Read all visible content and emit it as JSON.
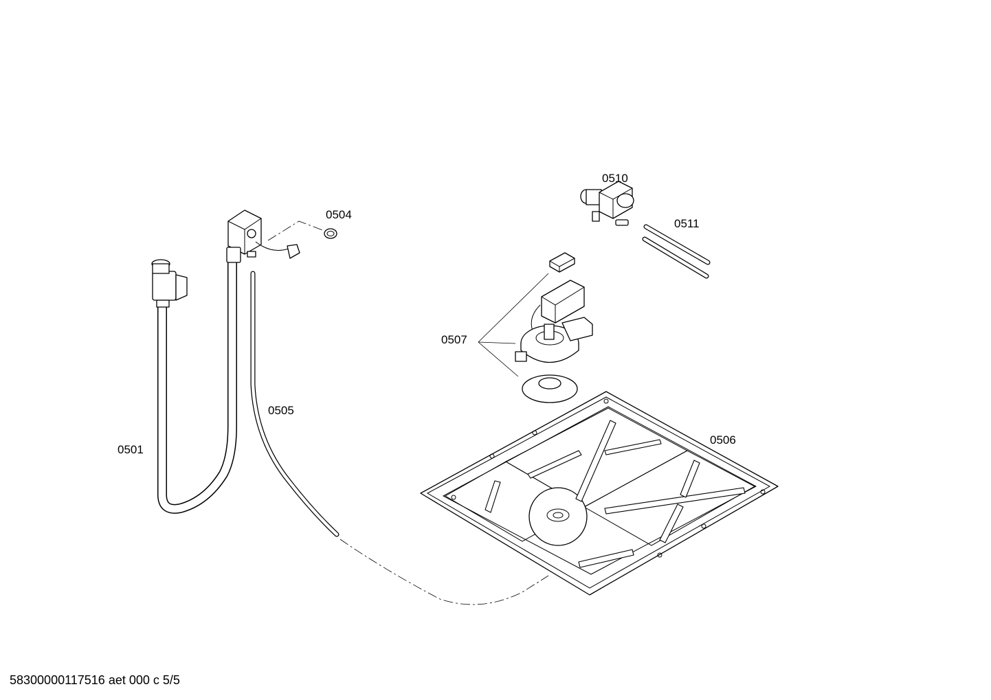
{
  "parts": {
    "p0501": "0501",
    "p0504": "0504",
    "p0505": "0505",
    "p0506": "0506",
    "p0507": "0507",
    "p0510": "0510",
    "p0511": "0511"
  },
  "footer": {
    "code": "58300000117516 aet 000 c 5/5"
  }
}
